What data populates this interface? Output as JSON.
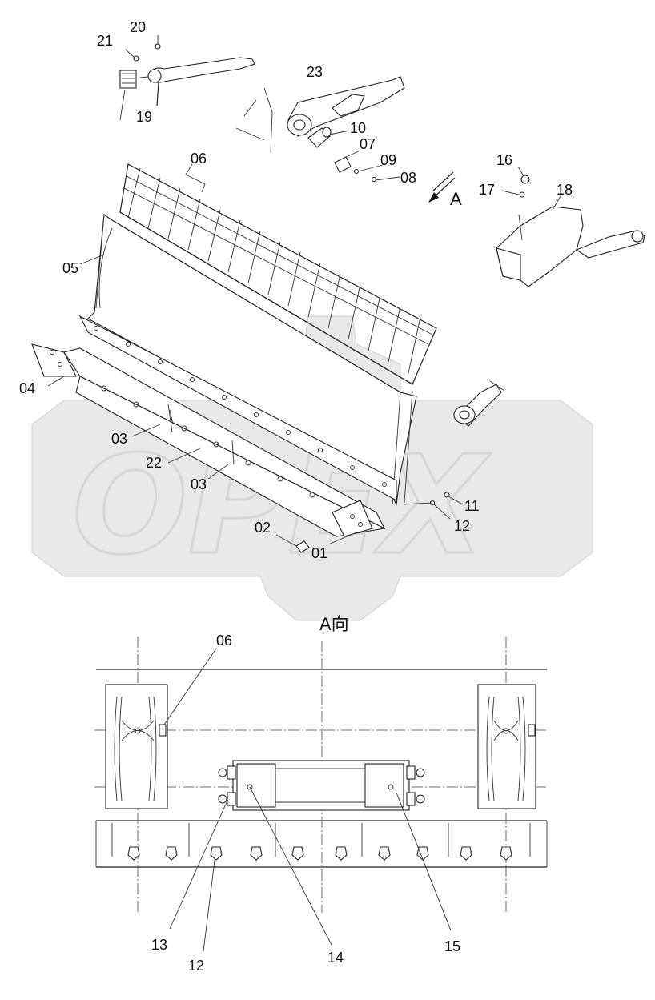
{
  "watermark": {
    "text": "OPEX"
  },
  "view_title": "A向",
  "direction_marker": "A",
  "callouts_upper": {
    "c20": "20",
    "c21": "21",
    "c19": "19",
    "c23": "23",
    "c10": "10",
    "c07": "07",
    "c09": "09",
    "c08": "08",
    "c06": "06",
    "c16": "16",
    "c17": "17",
    "c18": "18",
    "c05": "05",
    "c04": "04",
    "c03a": "03",
    "c22": "22",
    "c03b": "03",
    "c02": "02",
    "c01": "01",
    "c11": "11",
    "c12": "12"
  },
  "callouts_lower": {
    "c06": "06",
    "c13": "13",
    "c12": "12",
    "c14": "14",
    "c15": "15"
  }
}
